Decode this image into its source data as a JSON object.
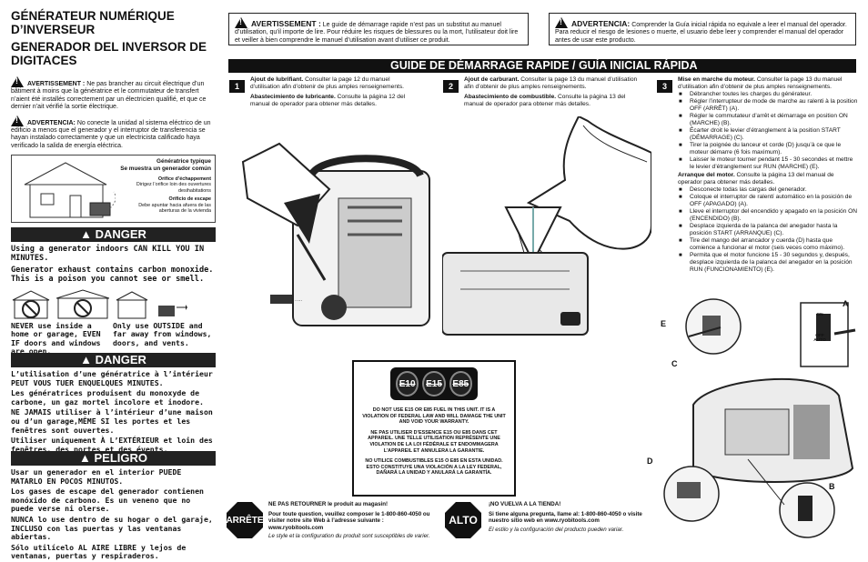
{
  "left": {
    "title_fr": "GÉNÉRATEUR NUMÉRIQUE D’INVERSEUR",
    "title_es": "GENERADOR DEL INVERSOR DE DIGITACES",
    "warn_fr_label": "AVERTISSEMENT :",
    "warn_fr_text": "Ne pas brancher au circuit électrique d’un bâtiment à moins que la génératrice et le commutateur de transfert n’aient été installés correctement par un électricien qualifié, et que ce dernier n’ait vérifié la sortie électrique.",
    "warn_es_label": "ADVERTENCIA:",
    "warn_es_text": "No conecte la unidad al sistema eléctrico de un edificio a menos que el generador y el interruptor de transferencia se hayan instalado correctamente y que un electricista calificado haya verificado la salida de energía eléctrica.",
    "house_caption_1": "Génératrice typique",
    "house_caption_2": "Se muestra un generador común",
    "exhaust_label_1": "Orifice d’échappement",
    "exhaust_label_2": "Dirigez l’orifice loin des ouvertures desihabitations",
    "escape_label_1": "Orificio de escape",
    "escape_label_2": "Debe apuntar hacia afuera de las aberturas de la vivienda",
    "danger_en_title": "DANGER",
    "danger_en_1": "Using a generator indoors CAN KILL YOU IN MINUTES.",
    "danger_en_2": "Generator exhaust contains carbon monoxide. This is a poison you cannot see or smell.",
    "never_text": "NEVER use inside a home or garage, EVEN IF doors and windows are open.",
    "only_text": "Only use OUTSIDE and far away from windows, doors, and vents.",
    "danger_fr_title": "DANGER",
    "danger_fr_1": "L’utilisation d’une génératrice à l’intérieur PEUT VOUS TUER ENQUELQUES MINUTES.",
    "danger_fr_2": "Les génératrices produisent du monoxyde de carbone, un gaz mortel incolore et inodore.",
    "danger_fr_3": "NE JAMAIS utiliser à l’intérieur d’une maison ou d’un garage,MÊME SI les portes et les fenêtres sont ouvertes.",
    "danger_fr_4": "Utiliser uniquement À L’EXTÉRIEUR et loin des fenêtres, des portes et des évents.",
    "peligro_title": "PELIGRO",
    "peligro_1": "Usar un generador en el interior PUEDE MATARLO EN POCOS MINUTOS.",
    "peligro_2": "Los gases de escape del generador contienen monóxido de carbono. Es un veneno que no puede verse ni olerse.",
    "peligro_3": "NUNCA lo use dentro de su hogar o del garaje, INCLUSO con las puertas y las ventanas abiertas.",
    "peligro_4": "Sólo utilícelo AL AIRE LIBRE y lejos de ventanas, puertas y respiraderos."
  },
  "top": {
    "warn_fr_label": "AVERTISSEMENT :",
    "warn_fr_text": "Le guide de démarrage rapide n’est pas un substitut au manuel d’utilisation, qu’il importe de lire. Pour réduire les risques de blessures ou la mort, l’utilisateur doit lire et veiller à bien comprendre le manuel d’utilisation avant d’utiliser ce produit.",
    "warn_es_label": "ADVERTENCIA:",
    "warn_es_text": "Comprender la Guía inicial rápida no equivale a leer el manual del operador. Para reducir el riesgo de lesiones o muerte, el usuario debe leer y comprender el manual del operador antes de usar este producto."
  },
  "guide_title": "GUIDE DE DÉMARRAGE RAPIDE / GUÍA INICIAL RÁPIDA",
  "steps": [
    {
      "num": "1",
      "fr_bold": "Ajout de lubrifiant.",
      "fr_text": "Consulter la page 12 du manuel d’utilisation afin d’obtenir de plus amples renseignements.",
      "es_bold": "Abastecimiento de lubricante.",
      "es_text": "Consulte la página 12 del manual de operador para obtener más detalles."
    },
    {
      "num": "2",
      "fr_bold": "Ajout de carburant.",
      "fr_text": "Consulter la page 13 du manuel d’utilisation afin d’obtenir de plus amples renseignements.",
      "es_bold": "Abastecimiento de combustible.",
      "es_text": "Consulte la página 13 del manual de operador para obtener más detalles."
    },
    {
      "num": "3",
      "fr_bold": "Mise en marche du moteur.",
      "fr_text": "Consulter la page 13 du manuel d’utilisation afin d’obtenir de plus amples renseignements.",
      "fr_bullets": [
        "Débrancher toutes les charges du générateur.",
        "Régler l’interrupteur de mode de marche au ralenti à la position OFF (ARRÊT) (A).",
        "Régler le commutateur d’arrêt et démarrage en position ON (MARCHE) (B).",
        "Écarter droit le levier d’étranglement à la position START (DÉMARRAGE) (C).",
        "Tirer la poignée du lanceur et corde (D) jusqu’à ce que le moteur démarre (6 fois maximum).",
        "Laisser le moteur tourner pendant 15 - 30 secondes et mettre le levier d’étranglement sur RUN (MARCHE) (E)."
      ],
      "es_bold": "Arranque del motor.",
      "es_text": "Consulte la página 13 del manual de operador para obtener más detalles.",
      "es_bullets": [
        "Desconecte todas las cargas del generador.",
        "Coloque el interruptor de ralentí automático en la posición de OFF (APAGADO) (A).",
        "Lleve el interruptor del encendido y apagado en la posición ON (ENCENDIDO) (B).",
        "Desplace izquierda de la palanca del anegador hasta la posición START (ARRANQUE) (C).",
        "Tire del mango del arrancador y cuerda (D) hasta que comience a funcionar el motor (seis veces como máximo).",
        "Permita que el motor funcione 15 - 30 segundos y, después, desplace izquierda de la palanca del anegador en la posición RUN (FUNCIONAMIENTO) (E)."
      ]
    }
  ],
  "callouts": [
    "A",
    "B",
    "C",
    "D",
    "E"
  ],
  "switch_labels": {
    "on": "ON",
    "off": "OFF",
    "auto": "AUTO"
  },
  "fuel": {
    "badges": [
      "E10",
      "E15",
      "E85"
    ],
    "en": "DO NOT USE E15 OR E85 FUEL IN THIS UNIT. IT IS A VIOLATION OF FEDERAL LAW AND WILL DAMAGE THE UNIT AND VOID YOUR WARRANTY.",
    "fr": "NE PAS UTILISER D’ESSENCE E15 OU E85 DANS CET APPAREIL. UNE TELLE UTILISATION REPRÉSENTE UNE VIOLATION DE LA LOI FÉDÉRALE ET ENDOMMAGERA L’APPAREIL ET ANNULERA LA GARANTIE.",
    "es": "NO UTILICE COMBUSTIBLES E15 O E85 EN ESTA UNIDAD. ESTO CONSTITUYE UNA VIOLACIÓN A LA LEY FEDERAL, DAÑARÁ LA UNIDAD Y ANULARÁ LA GARANTÍA."
  },
  "bottom_fr": {
    "stop": "ARRÊTE",
    "headline": "NE PAS RETOURNER le produit au magasin!",
    "text": "Pour toute question, veuillez composer le 1-800-860-4050 ou visiter notre site Web à l’adresse suivante : www.ryobitools.com",
    "note": "Le style et la configuration du produit sont susceptibles de varier."
  },
  "bottom_es": {
    "stop": "ALTO",
    "headline": "¡NO VUELVA A LA TIENDA!",
    "text": "Si tiene alguna pregunta, llame al: 1-800-860-4050 o visite nuestro sitio web en www.ryobitools.com",
    "note": "El estilo y la configuración del producto pueden variar."
  }
}
